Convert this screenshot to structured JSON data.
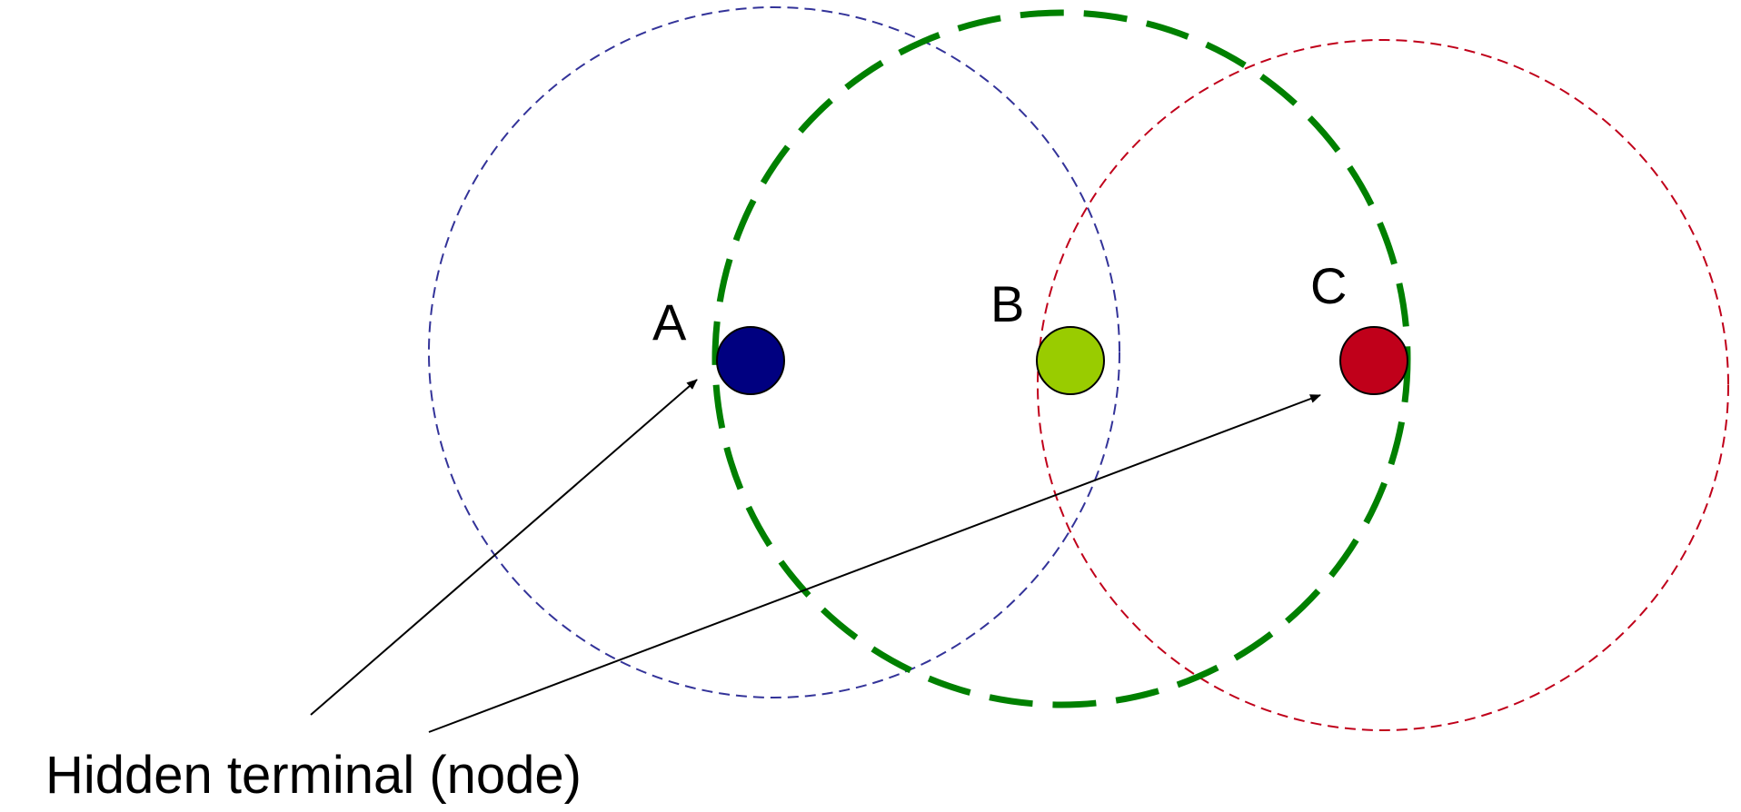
{
  "nodes": [
    {
      "id": "A",
      "label": "A",
      "fill": "#000080"
    },
    {
      "id": "B",
      "label": "B",
      "fill": "#99cc00"
    },
    {
      "id": "C",
      "label": "C",
      "fill": "#c0001a"
    }
  ],
  "ranges": [
    {
      "node": "A",
      "stroke": "#333399",
      "style": "thin-dashed"
    },
    {
      "node": "B",
      "stroke": "#008000",
      "style": "thick-dashed"
    },
    {
      "node": "C",
      "stroke": "#c0001a",
      "style": "thin-dashed"
    }
  ],
  "caption": "Hidden terminal (node)",
  "arrows": [
    {
      "from": "caption",
      "to": "A"
    },
    {
      "from": "caption",
      "to": "C"
    }
  ]
}
